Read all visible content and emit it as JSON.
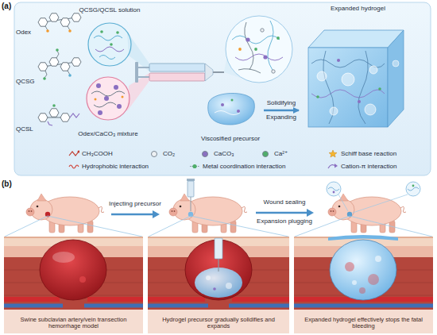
{
  "diagram": {
    "nodes": [
      {
        "text": [
          "QCSG/QCSL solution"
        ]
      },
      {
        "text": [
          "Odex/CaCO₃ mixture"
        ]
      },
      {
        "text": [
          "Viscosified precursor"
        ]
      },
      {
        "text": [
          "Expanded hydrogel"
        ]
      },
      {
        "text": [
          "Swine subclavian artery/vein transection hemorrhage model"
        ]
      },
      {
        "text": [
          "Hydrogel precursor gradually solidifies and expands"
        ]
      },
      {
        "text": [
          "Expanded hydrogel effectively stops the fatal bleeding"
        ]
      }
    ],
    "edges": [
      {
        "from": 2,
        "to": 3,
        "arrow": "to",
        "label": "Solidifying"
      }
    ],
    "labels": [
      "(a)",
      "Odex",
      "QCSG",
      "QCSL",
      "Expanding",
      "(b)",
      "Injecting precursor",
      "Wound sealing",
      "Expansion plugging"
    ],
    "legend": [
      {
        "text": "CH₃COOH"
      },
      {
        "text": "CO₂",
        "color": "#eef1f4"
      },
      {
        "text": "CaCO₃",
        "color": "#8a6fc1"
      },
      {
        "text": "Ca²⁺",
        "color": "#4fae6a"
      },
      {
        "text": "Schiff base reaction"
      },
      {
        "text": "Hydrophobic interaction"
      },
      {
        "text": "Metal coordination interaction"
      },
      {
        "text": "Cation-π interaction"
      }
    ]
  }
}
